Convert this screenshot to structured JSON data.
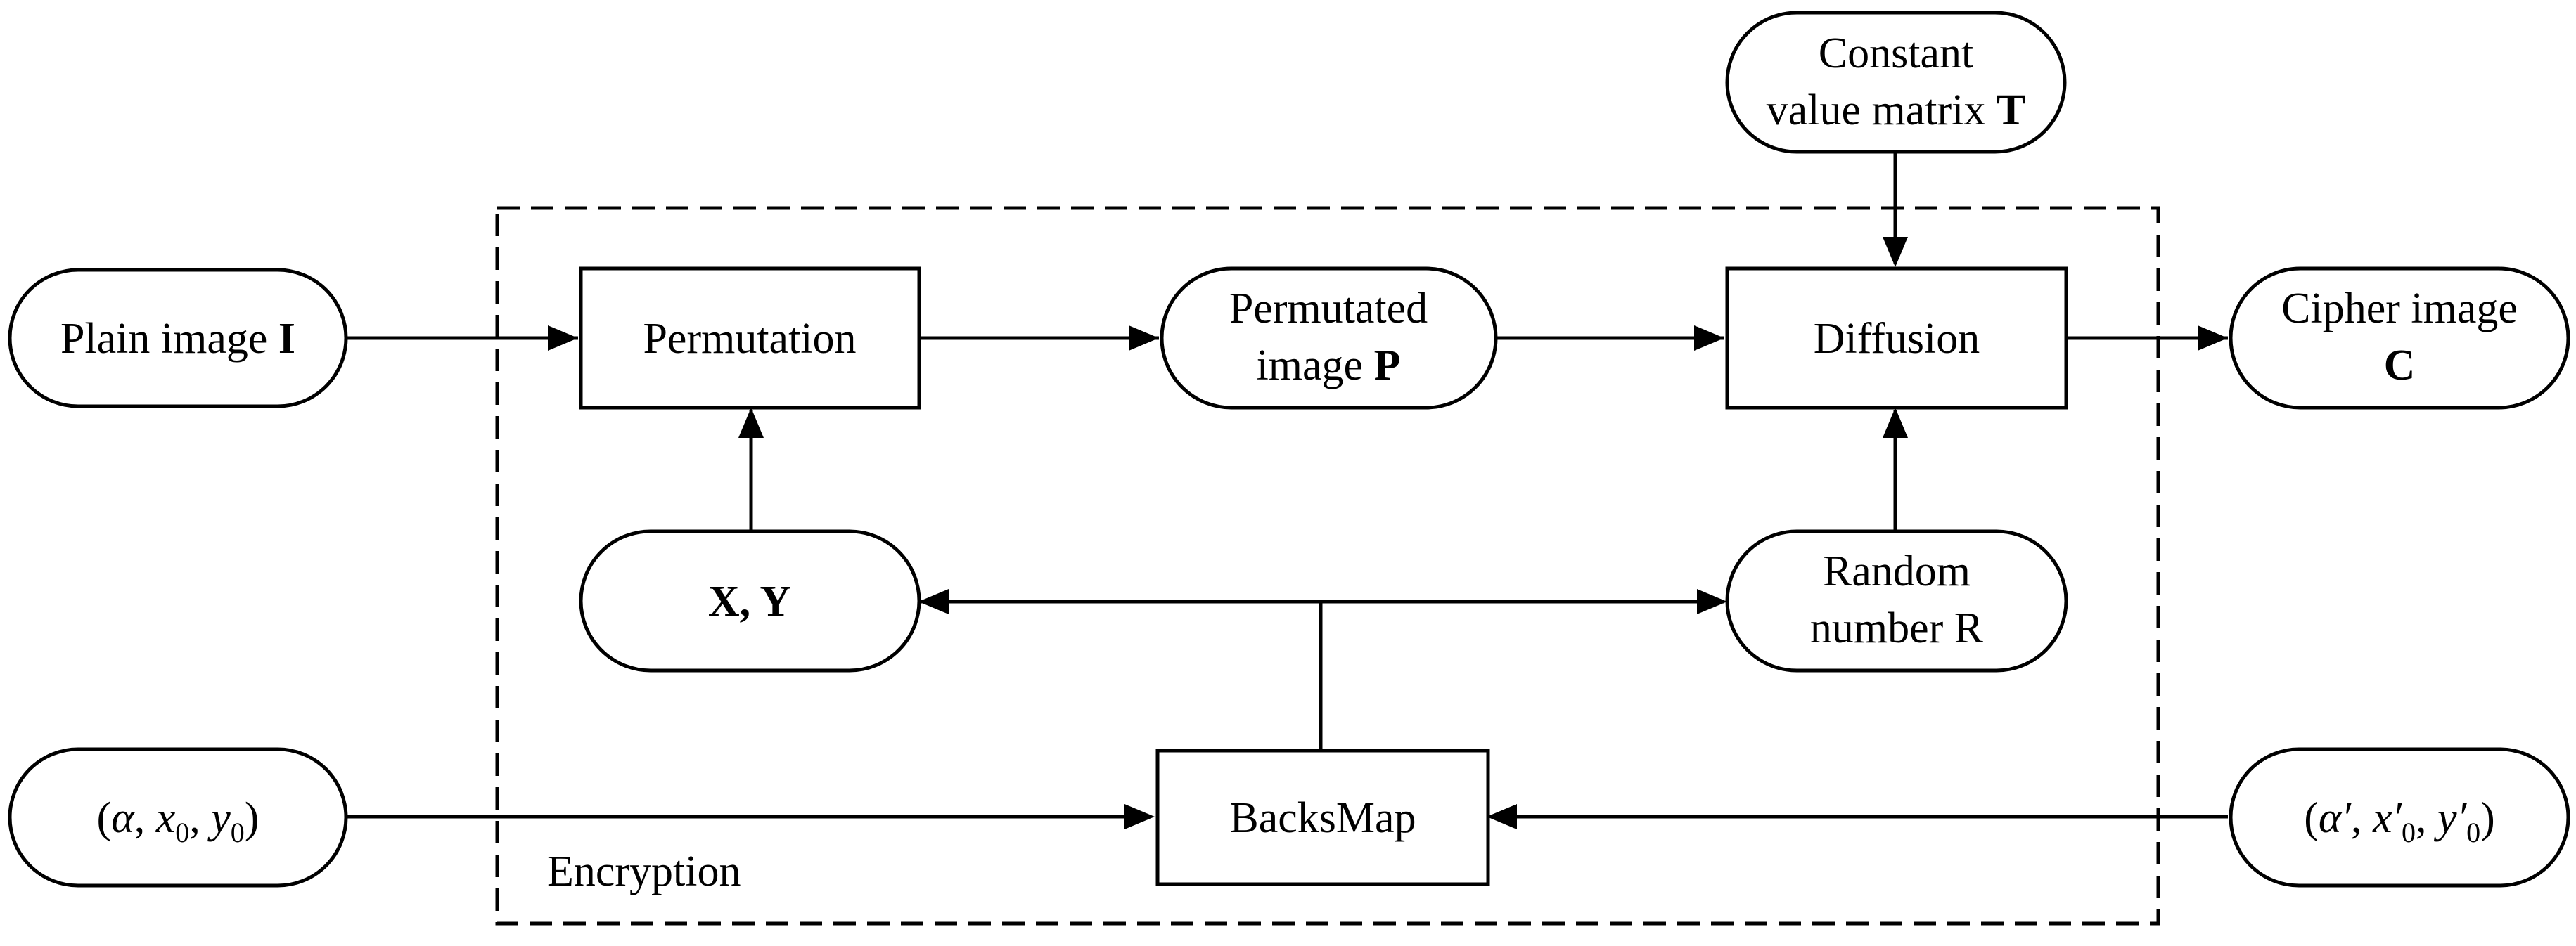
{
  "group_label": "Encryption",
  "nodes": {
    "plain_image": {
      "text": "Plain image ",
      "symbol": "I"
    },
    "permutation": {
      "text": "Permutation"
    },
    "permutated_image": {
      "line1": "Permutated",
      "line2_text": "image ",
      "line2_symbol": "P"
    },
    "diffusion": {
      "text": "Diffusion"
    },
    "cipher_image": {
      "line1": "Cipher image",
      "symbol": "C"
    },
    "constant_matrix": {
      "line1": "Constant",
      "line2_text": "value matrix ",
      "line2_symbol": "T"
    },
    "xy": {
      "text": "X, Y"
    },
    "random_number": {
      "line1": "Random",
      "line2": "number R"
    },
    "backsmap": {
      "text": "BacksMap"
    },
    "key_left": {
      "open": "(",
      "alpha": "α",
      "comma1": ", ",
      "x": "x",
      "x_sub": "0",
      "comma2": ", ",
      "y": "y",
      "y_sub": "0",
      "close": ")"
    },
    "key_right": {
      "open": "(",
      "alpha": "α′",
      "comma1": ", ",
      "x": "x′",
      "x_sub": "0",
      "comma2": ", ",
      "y": "y′",
      "y_sub": "0",
      "close": ")"
    }
  },
  "colors": {
    "stroke": "#000000",
    "background": "#ffffff"
  }
}
